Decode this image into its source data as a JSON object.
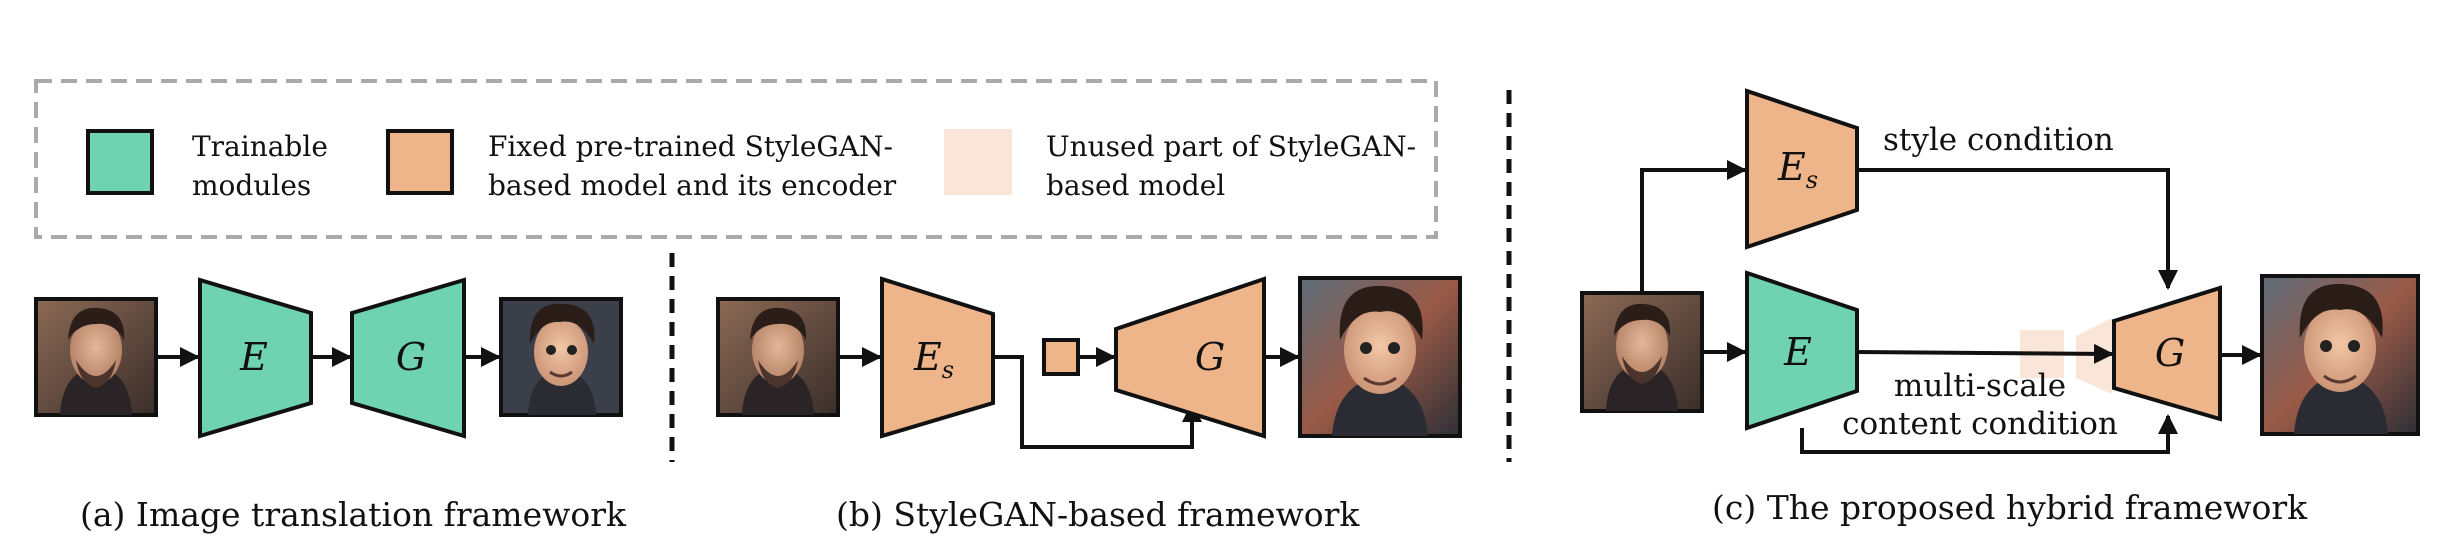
{
  "legend": {
    "trainable_line1": "Trainable",
    "trainable_line2": "modules",
    "fixed_line1": "Fixed pre-trained StyleGAN-",
    "fixed_line2": "based model and its encoder",
    "unused_line1": "Unused part of StyleGAN-",
    "unused_line2": "based model"
  },
  "modules": {
    "encoder": "E",
    "style_encoder_base": "E",
    "style_encoder_sub": "s",
    "generator": "G"
  },
  "annotations": {
    "style_condition": "style condition",
    "multiscale_line1": "multi-scale",
    "multiscale_line2": "content condition"
  },
  "captions": {
    "a": "(a) Image translation framework",
    "b": "(b) StyleGAN-based framework",
    "c": "(c) The proposed hybrid framework"
  },
  "colors": {
    "trainable": "#6fd2b0",
    "fixed": "#efb58a",
    "unused": "#fae6d8",
    "stroke": "#111111",
    "legend_border": "#aaaaaa"
  }
}
